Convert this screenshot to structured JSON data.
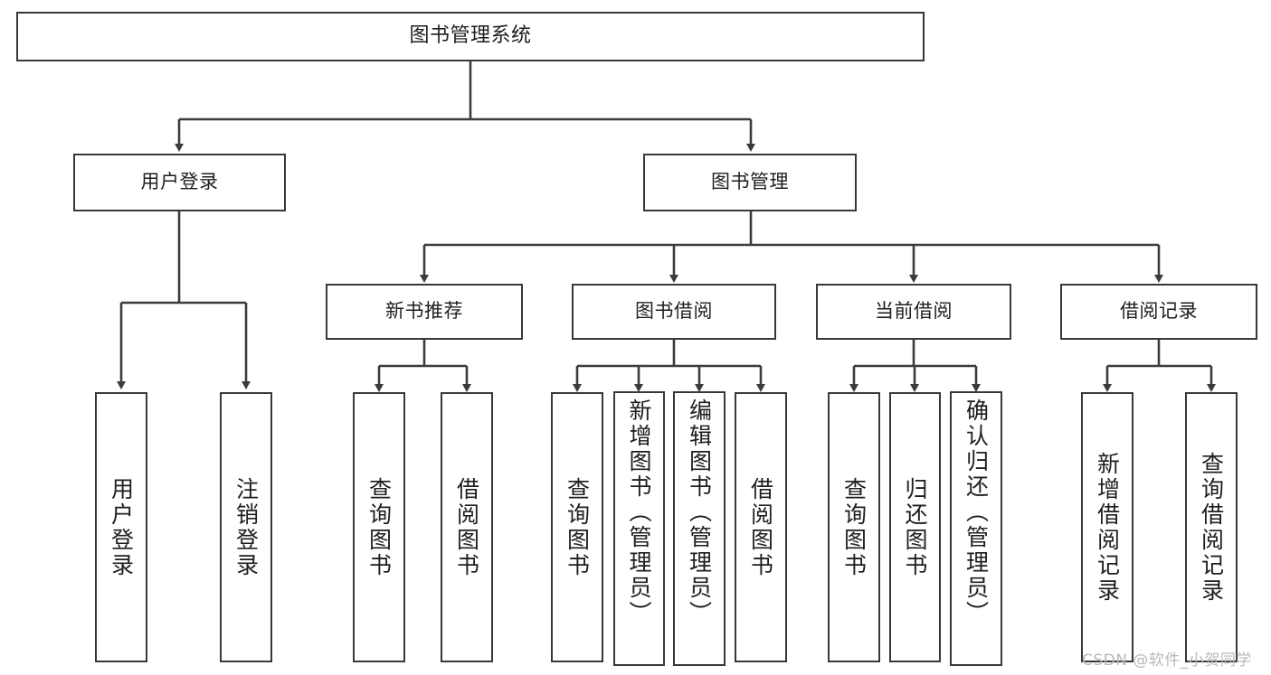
{
  "diagram": {
    "title": "图书管理系统",
    "type": "hierarchy-tree",
    "levels": 4,
    "colors": {
      "box_border": "#36393b",
      "box_fill": "#ffffff",
      "connector": "#3b3b3b",
      "text": "#1e1e1e",
      "watermark": "#b9b9b9",
      "background": "#ffffff"
    },
    "root": {
      "label": "图书管理系统"
    },
    "level2": [
      {
        "label": "用户登录"
      },
      {
        "label": "图书管理"
      }
    ],
    "level3": [
      {
        "label": "新书推荐"
      },
      {
        "label": "图书借阅"
      },
      {
        "label": "当前借阅"
      },
      {
        "label": "借阅记录"
      }
    ],
    "leaves": {
      "user_login": [
        {
          "label": "用户登录"
        },
        {
          "label": "注销登录"
        }
      ],
      "new_book_recommend": [
        {
          "label": "查询图书"
        },
        {
          "label": "借阅图书"
        }
      ],
      "book_borrow": [
        {
          "label": "查询图书"
        },
        {
          "label": "新增图书（管理员）"
        },
        {
          "label": "编辑图书（管理员）"
        },
        {
          "label": "借阅图书"
        }
      ],
      "current_borrow": [
        {
          "label": "查询图书"
        },
        {
          "label": "归还图书"
        },
        {
          "label": "确认归还（管理员）"
        }
      ],
      "borrow_record": [
        {
          "label": "新增借阅记录"
        },
        {
          "label": "查询借阅记录"
        }
      ]
    },
    "watermark": "CSDN @软件_小贺同学"
  }
}
